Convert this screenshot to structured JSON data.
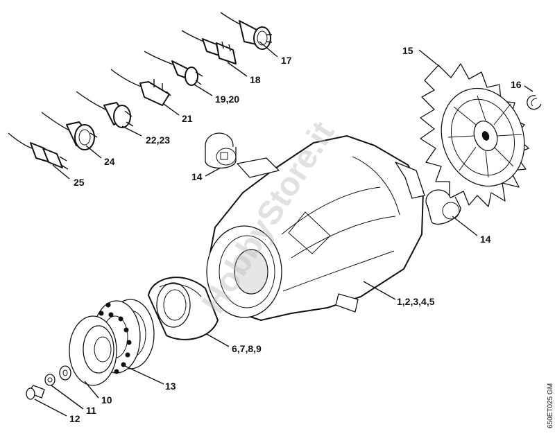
{
  "diagram": {
    "callouts": {
      "c17": "17",
      "c18": "18",
      "c19_20": "19,20",
      "c21": "21",
      "c22_23": "22,23",
      "c24": "24",
      "c25": "25",
      "c15": "15",
      "c16": "16",
      "c14a": "14",
      "c14b": "14",
      "c1_5": "1,2,3,4,5",
      "c6_9": "6,7,8,9",
      "c13": "13",
      "c10": "10",
      "c11": "11",
      "c12": "12"
    },
    "watermark": "HobbyStore.it",
    "drawing_ref": "650ET025 GM"
  }
}
